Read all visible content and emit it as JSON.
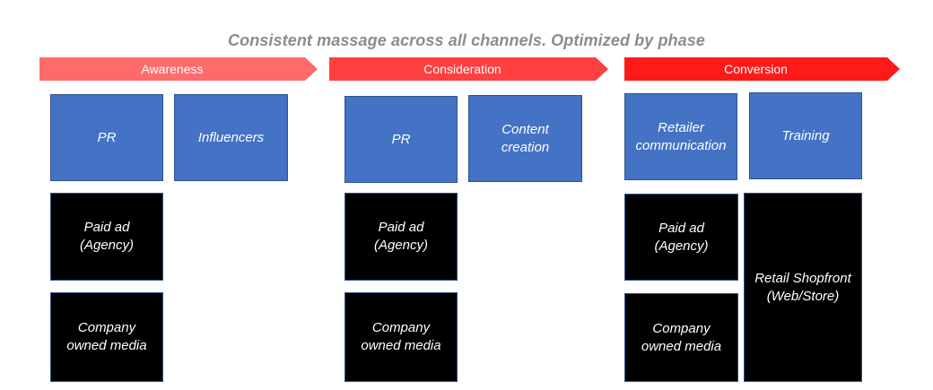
{
  "title": "Consistent massage across all channels. Optimized by phase",
  "colors": {
    "awareness": "#ff6b6b",
    "consideration": "#ff4040",
    "conversion": "#ff1a1a",
    "channel_blue": "#4472c4",
    "channel_black": "#000000",
    "title_gray": "#8c8c8c"
  },
  "phases": [
    {
      "label": "Awareness",
      "boxes": [
        "PR",
        "Influencers",
        "Paid ad\n(Agency)",
        "Company\nowned media"
      ]
    },
    {
      "label": "Consideration",
      "boxes": [
        "PR",
        "Content\ncreation",
        "Paid ad\n(Agency)",
        "Company\nowned media"
      ]
    },
    {
      "label": "Conversion",
      "boxes": [
        "Retailer\ncommunication",
        "Training",
        "Paid ad\n(Agency)",
        "Company\nowned media",
        "Retail Shopfront\n(Web/Store)"
      ]
    }
  ]
}
